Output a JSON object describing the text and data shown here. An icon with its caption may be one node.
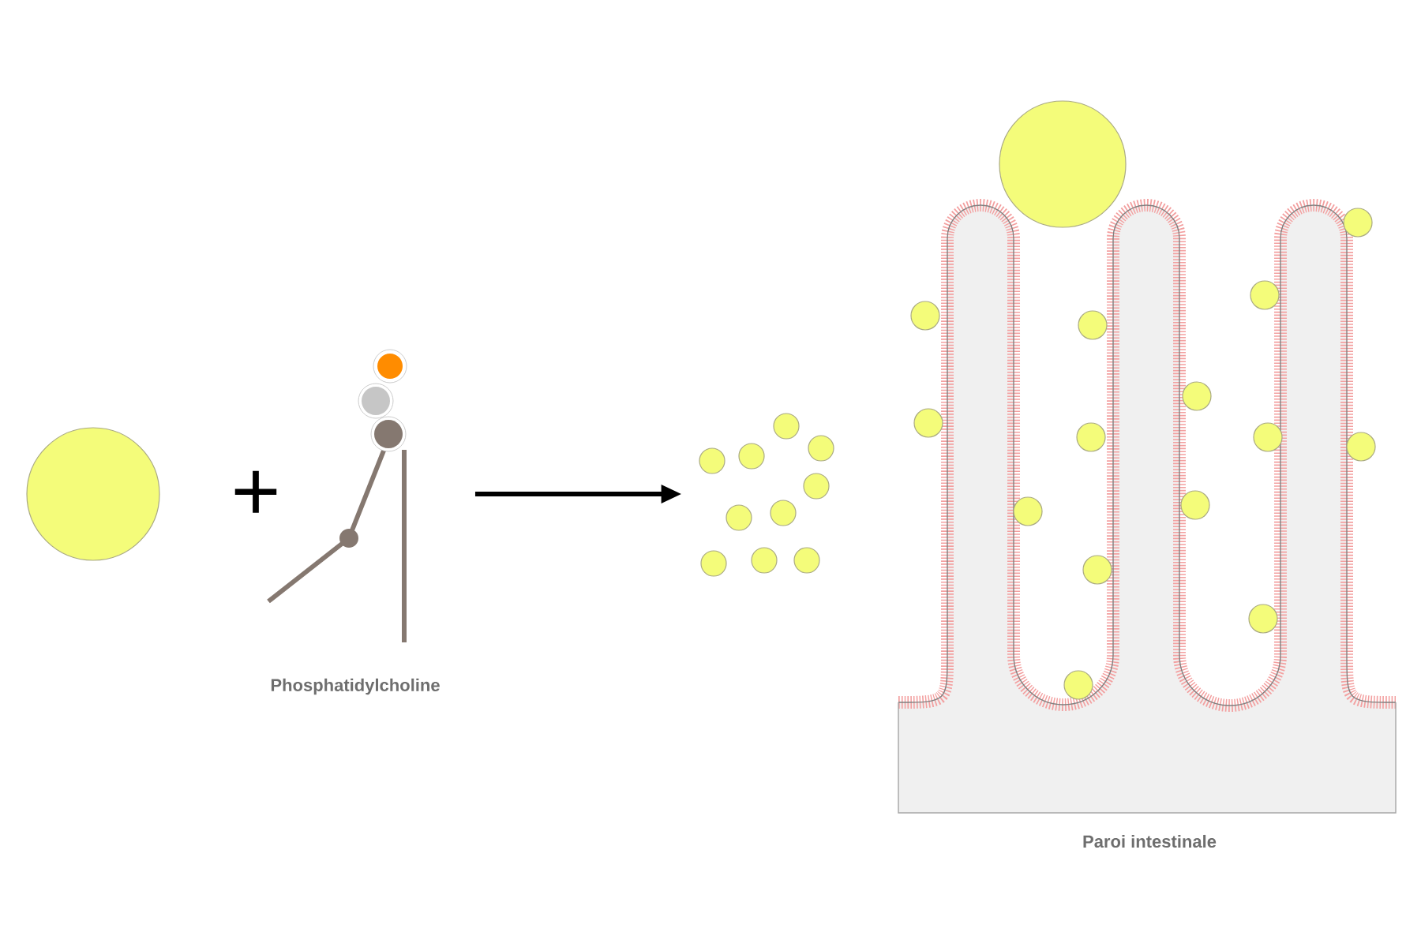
{
  "diagram": {
    "nodes": [
      {
        "text": [],
        "shape": "circle"
      },
      {
        "text": [
          "Phosphatidylcholine"
        ]
      },
      {
        "text": [],
        "shape": "picture"
      },
      {
        "text": [
          "Paroi intestinale"
        ]
      }
    ],
    "edges": [
      {
        "from": 1,
        "to": 2,
        "arrow": "to"
      }
    ],
    "labels": [
      "+"
    ]
  }
}
